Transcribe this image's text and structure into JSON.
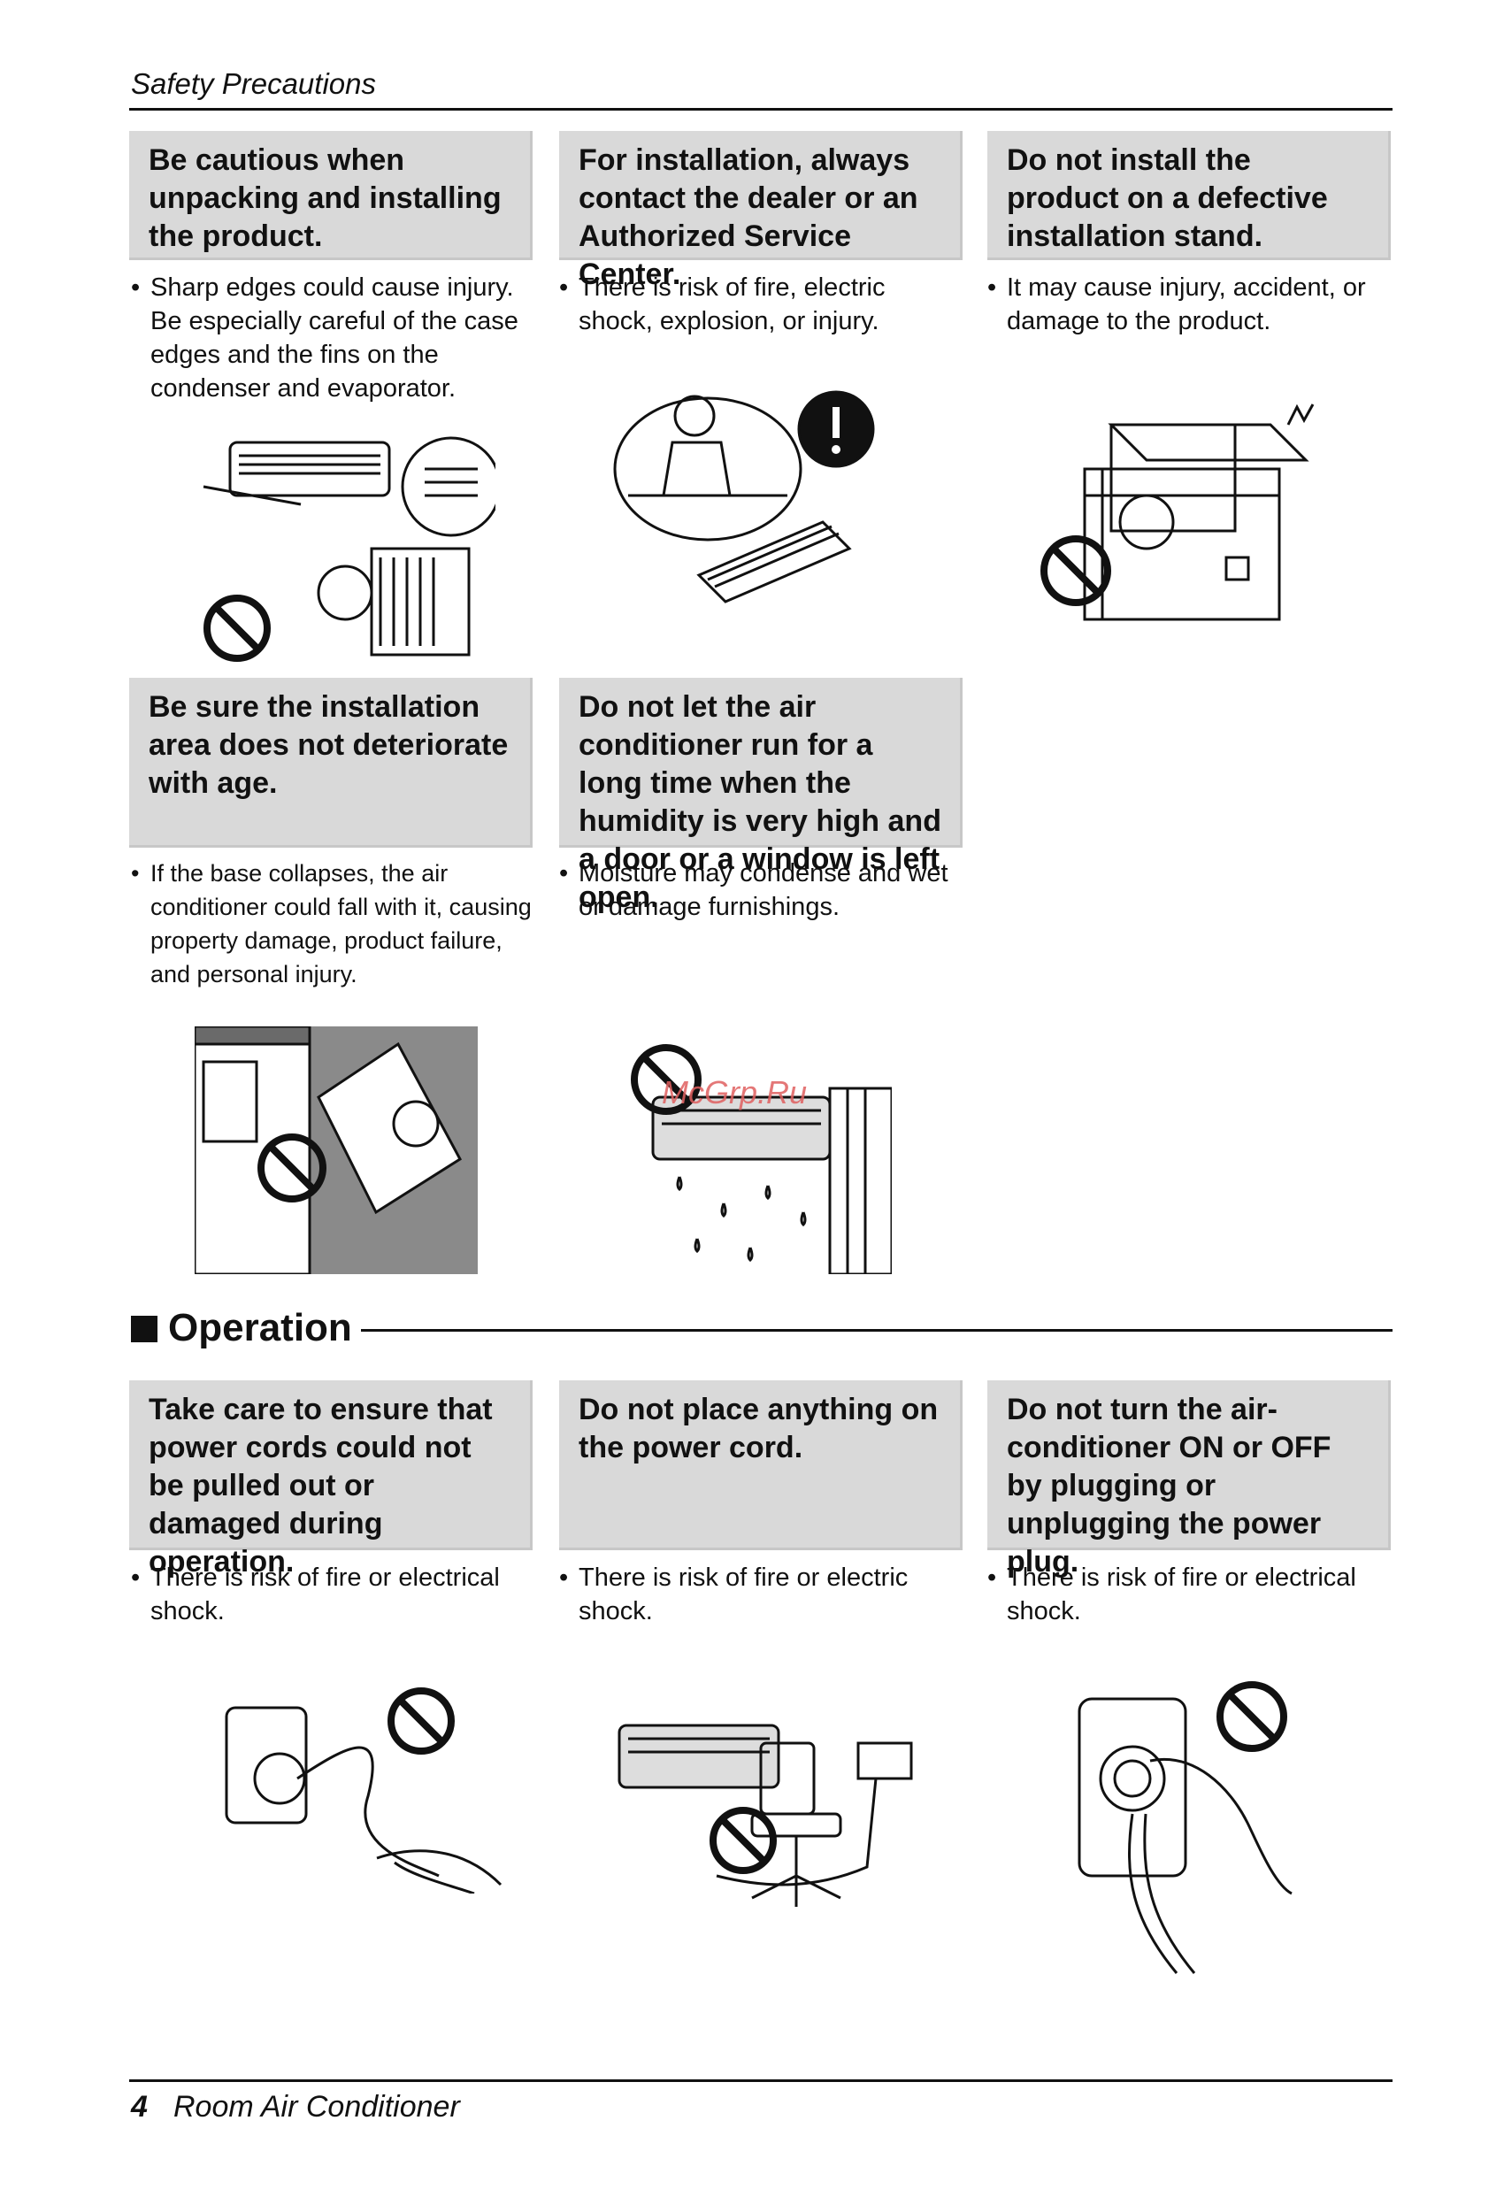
{
  "header": {
    "title": "Safety Precautions"
  },
  "cards_top": [
    {
      "heading": "Be cautious when unpacking and installing the product.",
      "bullet": "Sharp edges could cause injury. Be especially careful of the case edges and the fins on the condenser and evaporator.",
      "icon": "unpacking-caution-illustration"
    },
    {
      "heading": "For installation, always contact the dealer or an Authorized Service Center.",
      "bullet": "There is risk of fire, electric shock, explosion, or injury.",
      "icon": "call-service-center-illustration"
    },
    {
      "heading": "Do not install the product on a defective installation stand.",
      "bullet": "It may cause injury, accident, or damage to the product.",
      "icon": "defective-stand-illustration"
    }
  ],
  "cards_mid": [
    {
      "heading": "Be sure the installation area does not deteriorate with age.",
      "bullet": "If the base collapses, the air conditioner could fall with it, causing property damage, product failure, and personal injury.",
      "icon": "collapsing-base-illustration"
    },
    {
      "heading": "Do not let the air conditioner run for a long time when the humidity is very high and a door or a window is left open.",
      "bullet": "Moisture may condense and wet or damage furnishings.",
      "icon": "humidity-condensation-illustration"
    }
  ],
  "section": {
    "title": "Operation"
  },
  "cards_op": [
    {
      "heading": "Take care to ensure that power cords could not be pulled out or damaged during operation.",
      "bullet": "There is risk of fire or electrical shock.",
      "icon": "pulled-cord-illustration"
    },
    {
      "heading": "Do not place anything on the power cord.",
      "bullet": "There is risk of fire or electric shock.",
      "icon": "chair-on-cord-illustration"
    },
    {
      "heading": "Do not turn the air-conditioner ON or OFF by plugging or unplugging the power plug.",
      "bullet": "There is risk of fire or electrical shock.",
      "icon": "unplugging-illustration"
    }
  ],
  "watermark": "McGrp.Ru",
  "footer": {
    "page_number": "4",
    "title": "Room Air Conditioner"
  },
  "colors": {
    "box_fill": "#d9d9d9",
    "text": "#111111",
    "watermark": "#e06060"
  }
}
